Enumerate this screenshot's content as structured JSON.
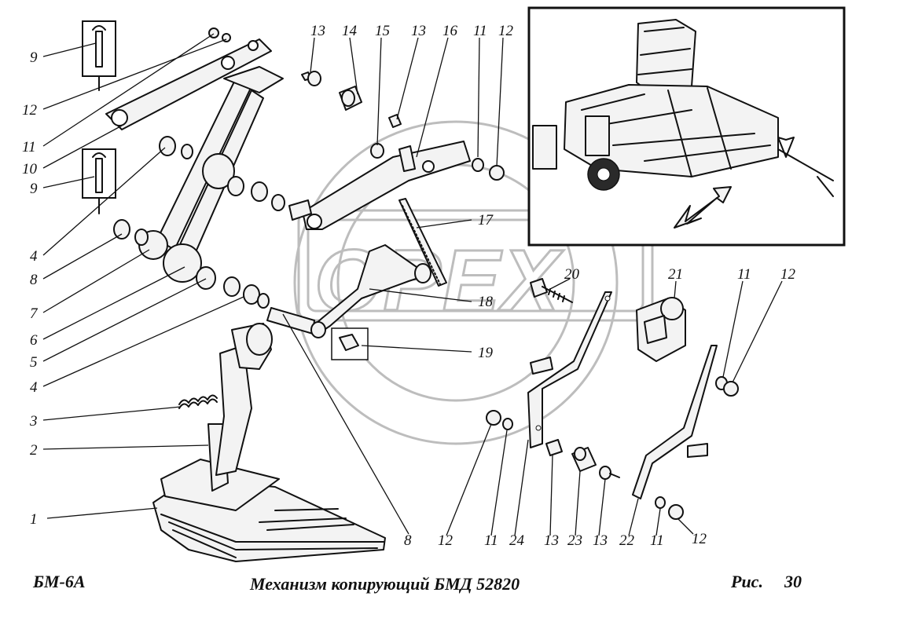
{
  "watermark": {
    "text": "OPEX"
  },
  "footer": {
    "model": "БМ-6А",
    "title": "Механизм копирующий  БМД 52820",
    "figure_label": "Рис.",
    "figure_number": "30"
  },
  "callouts": [
    "1",
    "2",
    "3",
    "4",
    "5",
    "6",
    "7",
    "8",
    "4",
    "9",
    "10",
    "11",
    "12",
    "9",
    "13",
    "14",
    "15",
    "13",
    "16",
    "11",
    "12",
    "17",
    "18",
    "19",
    "20",
    "21",
    "11",
    "12",
    "12",
    "11",
    "24",
    "13",
    "23",
    "13",
    "22",
    "11",
    "12",
    "8"
  ]
}
